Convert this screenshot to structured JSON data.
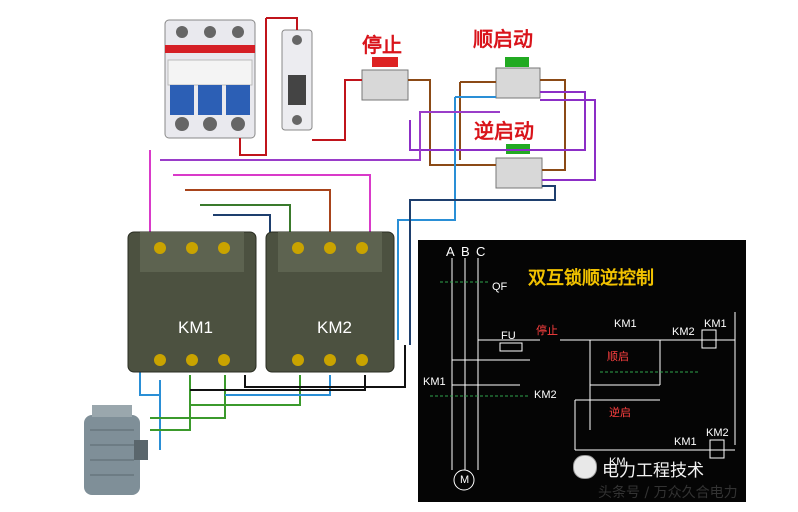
{
  "buttons": {
    "stop": "停止",
    "forward": "顺启动",
    "reverse": "逆启动"
  },
  "contactors": {
    "km1": "KM1",
    "km2": "KM2"
  },
  "schematic": {
    "title": "双互锁顺逆控制",
    "phase_a": "A",
    "phase_b": "B",
    "phase_c": "C",
    "qf": "QF",
    "fu": "FU",
    "stop": "停止",
    "forward": "顺启",
    "reverse": "逆启",
    "km1": "KM1",
    "km2": "KM2",
    "km_short": "KM",
    "motor": "M"
  },
  "watermark": {
    "title": "电力工程技术",
    "source": "头条号 / 万众久合电力"
  },
  "colors": {
    "stop_button": "#d22222",
    "start_button": "#22aa22",
    "label_red": "#d9141b",
    "schematic_bg": "#050505",
    "schematic_title": "#f2c200"
  }
}
